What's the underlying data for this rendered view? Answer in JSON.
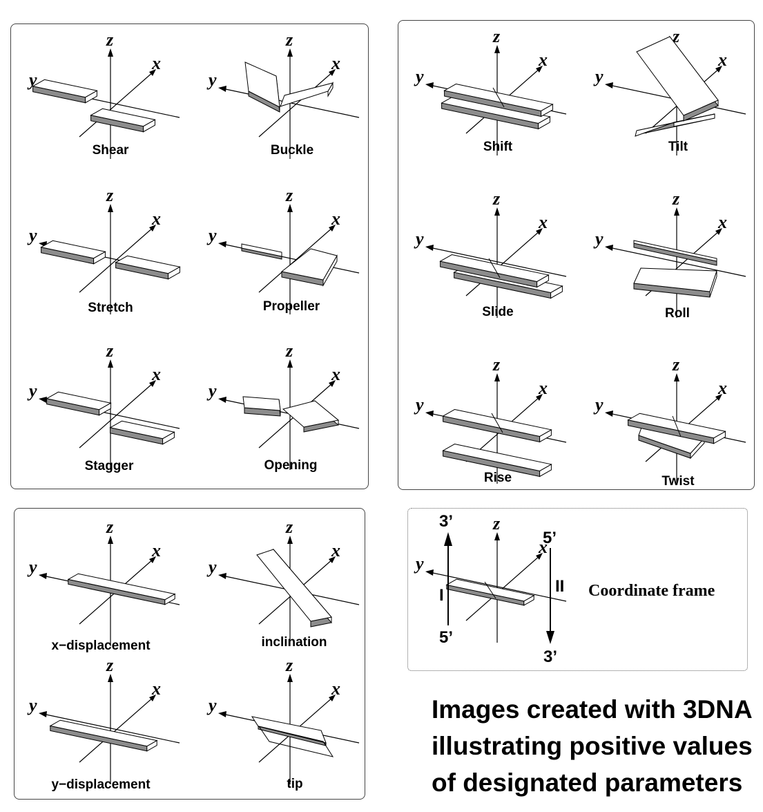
{
  "panels": {
    "bp": [
      {
        "id": "shear",
        "label": "Shear"
      },
      {
        "id": "buckle",
        "label": "Buckle"
      },
      {
        "id": "stretch",
        "label": "Stretch"
      },
      {
        "id": "propeller",
        "label": "Propeller"
      },
      {
        "id": "stagger",
        "label": "Stagger"
      },
      {
        "id": "opening",
        "label": "Opening"
      }
    ],
    "step": [
      {
        "id": "shift",
        "label": "Shift"
      },
      {
        "id": "tilt",
        "label": "Tilt"
      },
      {
        "id": "slide",
        "label": "Slide"
      },
      {
        "id": "roll",
        "label": "Roll"
      },
      {
        "id": "rise",
        "label": "Rise"
      },
      {
        "id": "twist",
        "label": "Twist"
      }
    ],
    "helical": [
      {
        "id": "xdisp",
        "label": "x−displacement"
      },
      {
        "id": "inclination",
        "label": "inclination"
      },
      {
        "id": "ydisp",
        "label": "y−displacement"
      },
      {
        "id": "tip",
        "label": "tip"
      }
    ]
  },
  "axes": {
    "x": "x",
    "y": "y",
    "z": "z"
  },
  "frame": {
    "title": "Coordinate frame",
    "strand1": {
      "name": "I",
      "top": "3’",
      "bottom": "5’"
    },
    "strand2": {
      "name": "II",
      "top": "5’",
      "bottom": "3’"
    }
  },
  "caption": {
    "line1": "Images created with 3DNA",
    "line2": "illustrating positive values",
    "line3": "of designated parameters"
  },
  "colors": {
    "plate_top": "#ffffff",
    "plate_side": "#8c8c8c",
    "line": "#000000"
  }
}
